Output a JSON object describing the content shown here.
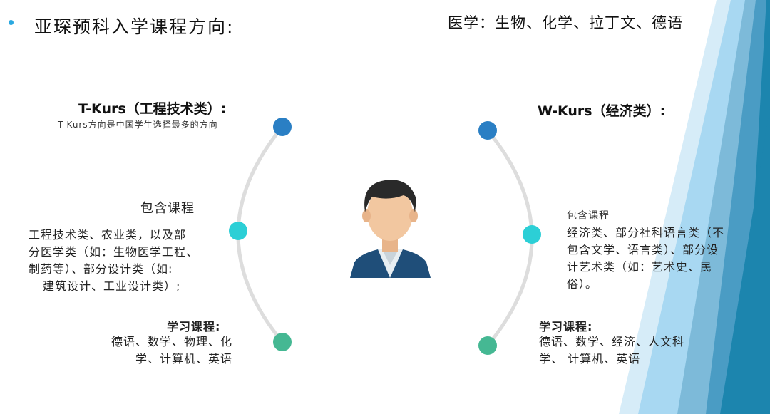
{
  "slide": {
    "title": "亚琛预科入学课程方向:",
    "medicine": "医学：生物、化学、拉丁文、德语",
    "t_kurs": {
      "heading": "T-Kurs（工程技术类）:",
      "subtitle": "T-Kurs方向是中国学生选择最多的方向",
      "includes_label": "包含课程",
      "includes_lines": [
        "工程技术类、农业类，以及部",
        "分医学类（如：生物医学工程、",
        "制药等）、部分设计类（如:",
        "建筑设计、工业设计类）;"
      ],
      "study_label": "学习课程:",
      "study_lines": [
        "德语、数学、物理、化",
        "学、计算机、英语"
      ]
    },
    "w_kurs": {
      "heading": "W-Kurs（经济类）:",
      "includes_label": "包含课程",
      "includes_lines": [
        "经济类、部分社科语言类（不",
        "包含文学、语言类）、部分设",
        "计艺术类（如：艺术史、民",
        "俗）。"
      ],
      "study_label": "学习课程:",
      "study_lines": [
        "德语、数学、经济、人文科",
        "学、 计算机、英语"
      ]
    }
  },
  "colors": {
    "dot_top": "#2a7fc4",
    "dot_mid": "#2ccfd6",
    "dot_bottom": "#45b893",
    "arc": "#dddddd"
  }
}
